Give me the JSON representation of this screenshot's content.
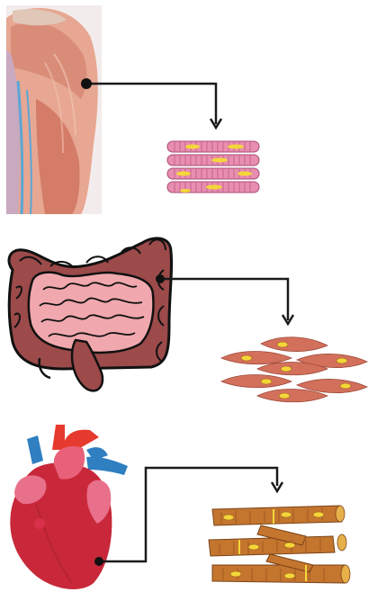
{
  "diagram": {
    "panels": [
      {
        "id": "skeletal",
        "organ": "upper-arm-muscle",
        "tissue": "skeletal-muscle-fibers"
      },
      {
        "id": "smooth",
        "organ": "intestines",
        "tissue": "smooth-muscle-cells"
      },
      {
        "id": "cardiac",
        "organ": "heart",
        "tissue": "cardiac-muscle-fibers"
      }
    ],
    "colors": {
      "connector": "#1a1a1a",
      "skeletal_fiber": "#e88fb0",
      "skeletal_stripe": "#b8497a",
      "nucleus": "#f4d63a",
      "smooth_cell": "#d2705c",
      "colon": "#9c4a4a",
      "small_intestine": "#f0a8ae",
      "heart": "#c8283a",
      "cardiac_fiber": "#c4752e"
    }
  }
}
